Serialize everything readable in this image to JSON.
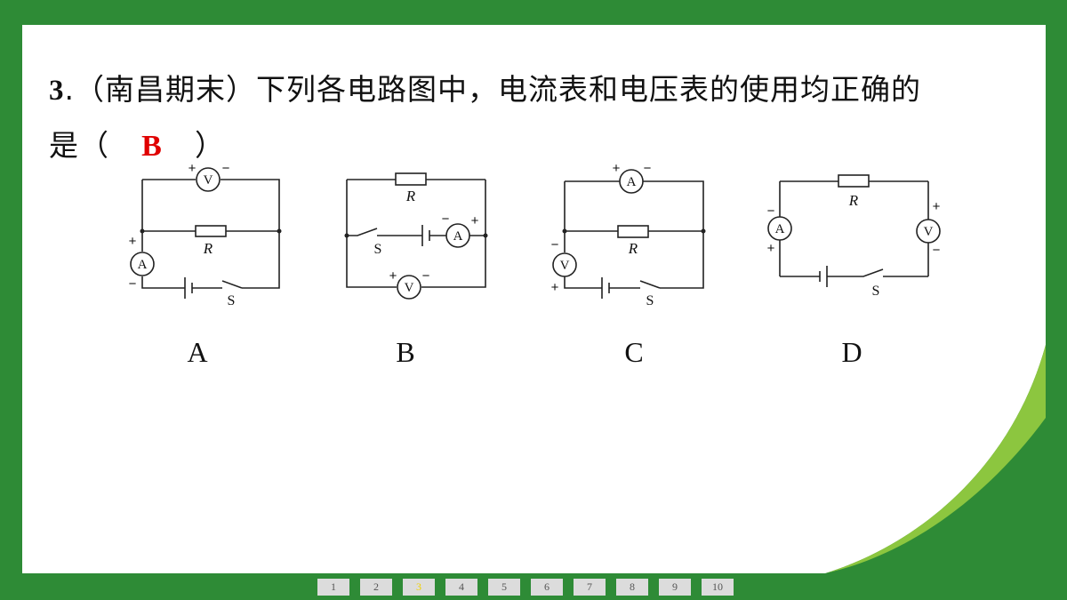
{
  "question": {
    "number": "3",
    "text_line1": ".（南昌期末）下列各电路图中，电流表和电压表的使用均正确的",
    "text_line2_prefix": "是（",
    "answer": "B",
    "text_line2_suffix": "）"
  },
  "circuit_symbols": {
    "voltmeter": "V",
    "ammeter": "A",
    "resistor": "R",
    "switch": "S",
    "plus": "+",
    "minus": "−"
  },
  "options": [
    "A",
    "B",
    "C",
    "D"
  ],
  "pager": {
    "pages": [
      "1",
      "2",
      "3",
      "4",
      "5",
      "6",
      "7",
      "8",
      "9",
      "10"
    ],
    "current": "3"
  },
  "colors": {
    "frame_green": "#2e8b36",
    "curl_light_green": "#8cc63f",
    "answer_red": "#e00000",
    "pager_active": "#f2d100"
  }
}
